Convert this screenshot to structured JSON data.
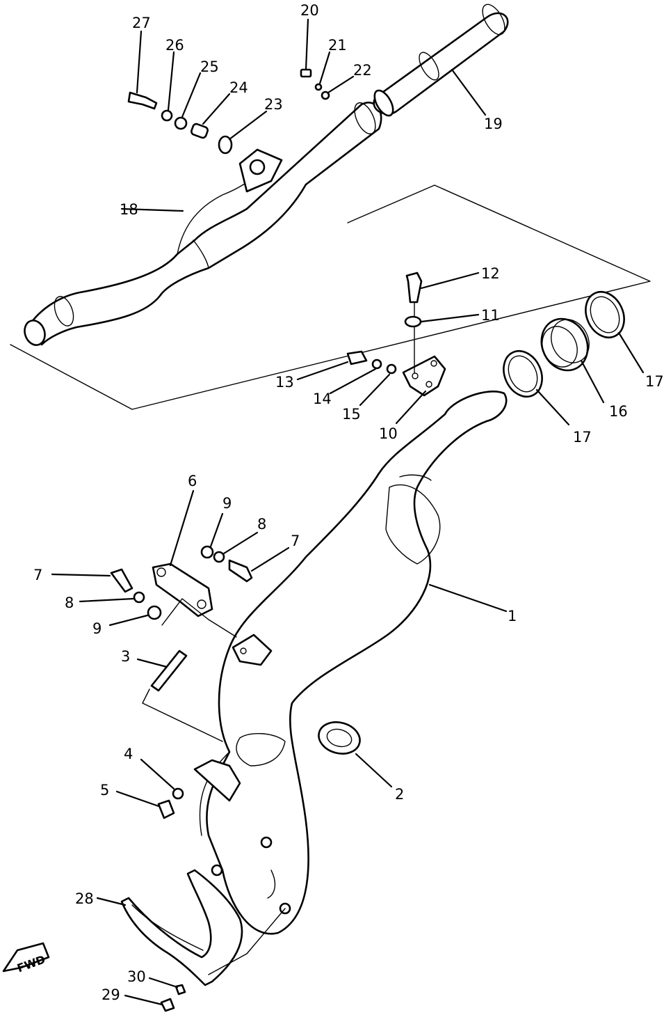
{
  "diagram": {
    "fwd_mark": "FWD",
    "callouts": [
      {
        "id": "c1",
        "text": "1"
      },
      {
        "id": "c2",
        "text": "2"
      },
      {
        "id": "c3",
        "text": "3"
      },
      {
        "id": "c4",
        "text": "4"
      },
      {
        "id": "c5",
        "text": "5"
      },
      {
        "id": "c6",
        "text": "6"
      },
      {
        "id": "c7a",
        "text": "7"
      },
      {
        "id": "c7b",
        "text": "7"
      },
      {
        "id": "c8a",
        "text": "8"
      },
      {
        "id": "c8b",
        "text": "8"
      },
      {
        "id": "c9a",
        "text": "9"
      },
      {
        "id": "c9b",
        "text": "9"
      },
      {
        "id": "c10",
        "text": "10"
      },
      {
        "id": "c11",
        "text": "11"
      },
      {
        "id": "c12",
        "text": "12"
      },
      {
        "id": "c13",
        "text": "13"
      },
      {
        "id": "c14",
        "text": "14"
      },
      {
        "id": "c15",
        "text": "15"
      },
      {
        "id": "c16",
        "text": "16"
      },
      {
        "id": "c17a",
        "text": "17"
      },
      {
        "id": "c17b",
        "text": "17"
      },
      {
        "id": "c18",
        "text": "18"
      },
      {
        "id": "c19",
        "text": "19"
      },
      {
        "id": "c20",
        "text": "20"
      },
      {
        "id": "c21",
        "text": "21"
      },
      {
        "id": "c22",
        "text": "22"
      },
      {
        "id": "c23",
        "text": "23"
      },
      {
        "id": "c24",
        "text": "24"
      },
      {
        "id": "c25",
        "text": "25"
      },
      {
        "id": "c26",
        "text": "26"
      },
      {
        "id": "c27",
        "text": "27"
      },
      {
        "id": "c28",
        "text": "28"
      },
      {
        "id": "c29",
        "text": "29"
      },
      {
        "id": "c30",
        "text": "30"
      }
    ]
  }
}
